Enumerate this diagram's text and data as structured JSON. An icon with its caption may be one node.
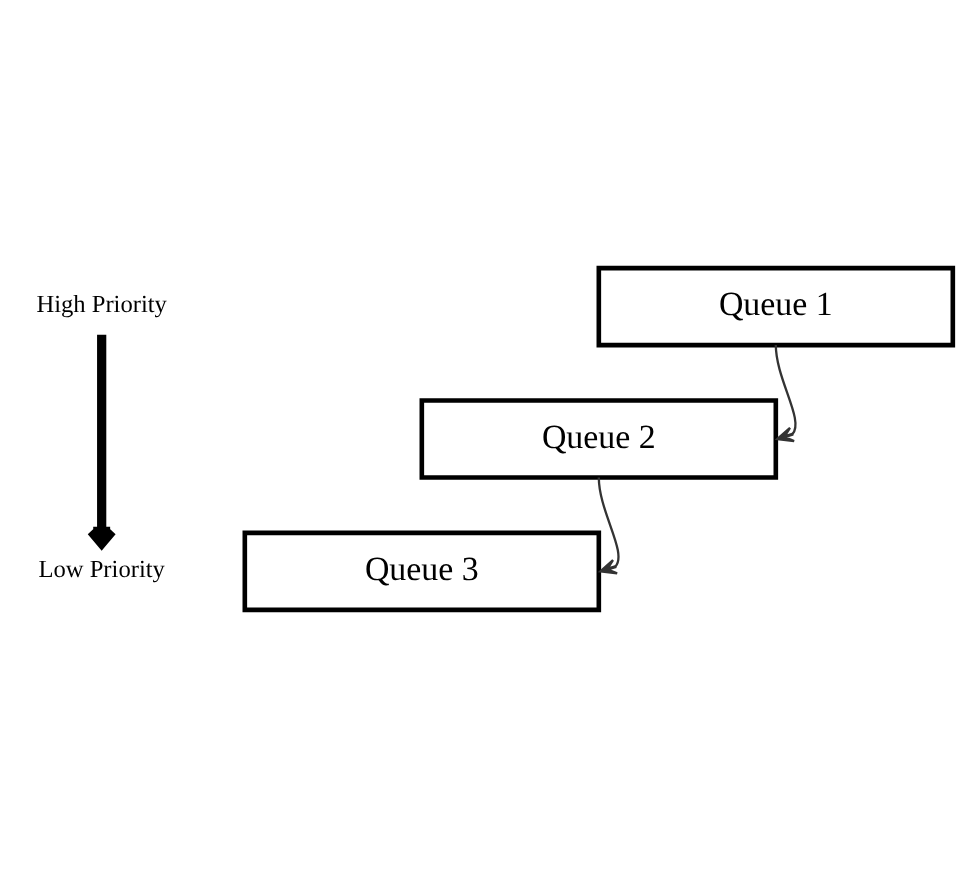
{
  "diagram": {
    "nodes": [
      {
        "text": [
          "High Priority"
        ]
      },
      {
        "text": [
          "Queue 1"
        ]
      },
      {
        "text": [
          "Queue 2"
        ]
      },
      {
        "text": [
          "Queue 3"
        ]
      },
      {
        "text": [
          "Low Priority"
        ]
      }
    ],
    "edges": [
      {
        "from": 0,
        "to": 4,
        "arrow": "to",
        "style": "thick"
      },
      {
        "from": 1,
        "to": 2,
        "arrow": "to"
      },
      {
        "from": 2,
        "to": 3,
        "arrow": "to"
      }
    ]
  }
}
